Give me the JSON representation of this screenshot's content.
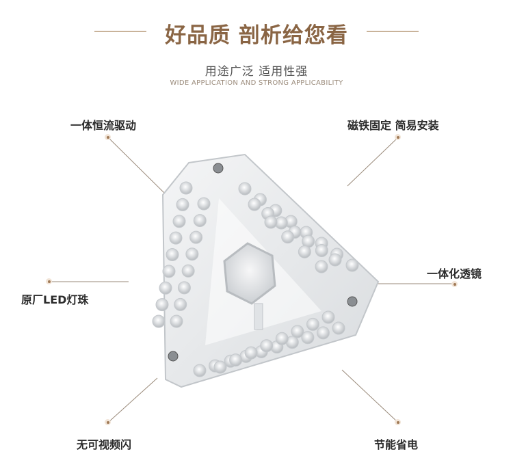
{
  "header": {
    "title": "好品质 剖析给您看",
    "subtitle": "用途广泛 适用性强",
    "subtitle_en": "WIDE APPLICATION AND STRONG APPLICABILITY"
  },
  "features": [
    {
      "label": "一体恒流驱动"
    },
    {
      "label": "磁铁固定 简易安装"
    },
    {
      "label": "原厂LED灯珠"
    },
    {
      "label": "一体化透镜"
    },
    {
      "label": "无可视频闪"
    },
    {
      "label": "节能省电"
    }
  ],
  "colors": {
    "title": "#8a6544",
    "accent_dot": "#a07a57",
    "leader_line": "#9a8a7a"
  }
}
